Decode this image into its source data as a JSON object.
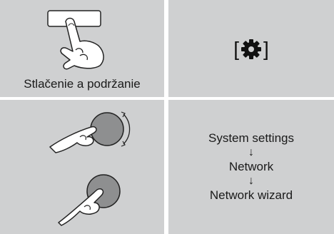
{
  "step1": {
    "caption": "Stlačenie a podržanie",
    "icon": "hand-press-button-icon"
  },
  "step2": {
    "icon": "gear-icon",
    "bracket_open": "[",
    "bracket_close": "]"
  },
  "step3": {
    "icon": "hand-turn-and-press-knob-icon"
  },
  "step4": {
    "items": [
      "System settings",
      "Network",
      "Network wizard"
    ],
    "arrow_icon": "arrow-down-icon",
    "arrow": "↓"
  }
}
